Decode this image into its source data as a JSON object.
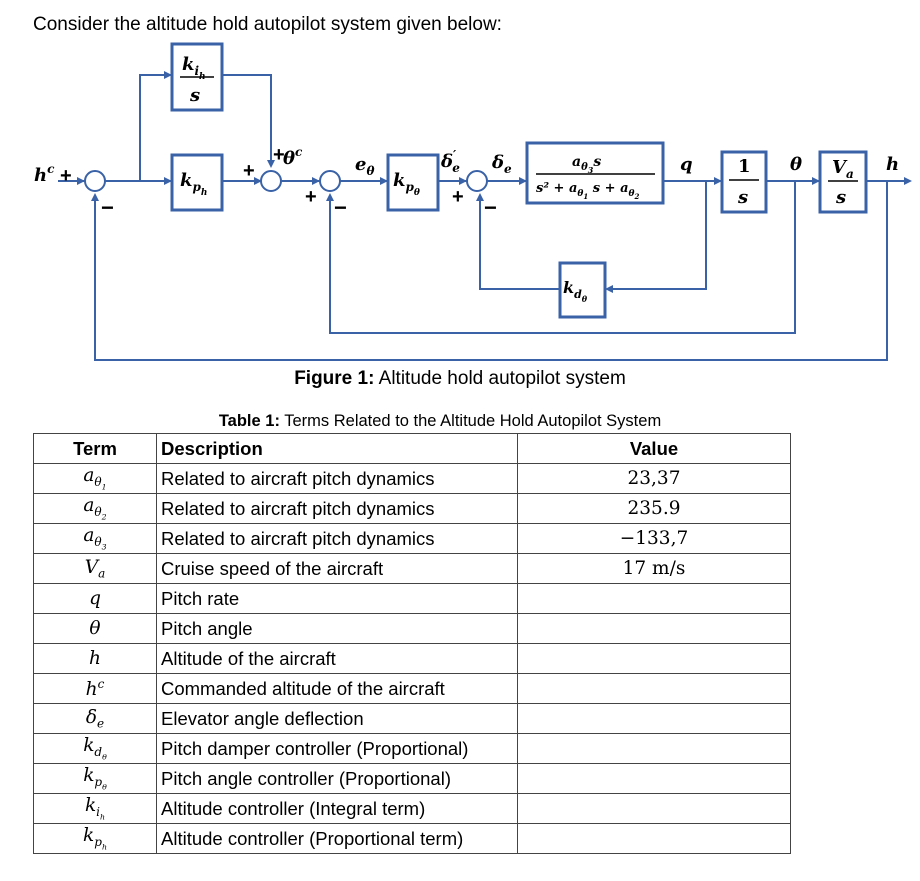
{
  "intro": "Consider the altitude hold autopilot system given below:",
  "diagram": {
    "blocks": {
      "kih_num": "k",
      "kih_sub": "i",
      "kih_subsub": "h",
      "kih_den": "s",
      "kph": "k",
      "kph_sub": "p",
      "kph_subsub": "h",
      "kpt": "k",
      "kpt_sub": "p",
      "kpt_subsub": "θ",
      "plant_num": "a",
      "plant_num_sub": "θ",
      "plant_num_subsub": "3",
      "plant_num_var": "s",
      "plant_den": "s² + a",
      "plant_den_sub1": "θ",
      "plant_den_subsub1": "1",
      "plant_den_mid": " s + a",
      "plant_den_sub2": "θ",
      "plant_den_subsub2": "2",
      "int_num": "1",
      "int_den": "s",
      "va_num": "V",
      "va_sub": "a",
      "va_den": "s",
      "kdt": "k",
      "kdt_sub": "d",
      "kdt_subsub": "θ"
    },
    "signals": {
      "hc": "h",
      "hc_sup": "c",
      "theta_c": "θ",
      "theta_c_sup": "c",
      "e_theta": "e",
      "e_theta_sub": "θ",
      "delta_e_prime": "δ",
      "delta_e_prime_sup": "′",
      "delta_e_prime_sub": "e",
      "delta_e": "δ",
      "delta_e_sub": "e",
      "q": "q",
      "theta": "θ",
      "h": "h"
    },
    "signs": {
      "plus": "+",
      "minus": "−"
    }
  },
  "figure_caption": {
    "label": "Figure 1:",
    "text": " Altitude hold autopilot system"
  },
  "table_caption": {
    "label": "Table 1:",
    "text": " Terms Related to the Altitude Hold Autopilot System"
  },
  "table": {
    "headers": [
      "Term",
      "Description",
      "Value"
    ],
    "rows": [
      {
        "term": "a",
        "sub": "θ",
        "subsub": "1",
        "desc": "Related to aircraft pitch dynamics",
        "value": "23,37"
      },
      {
        "term": "a",
        "sub": "θ",
        "subsub": "2",
        "desc": "Related to aircraft pitch dynamics",
        "value": "235.9"
      },
      {
        "term": "a",
        "sub": "θ",
        "subsub": "3",
        "desc": "Related to aircraft pitch dynamics",
        "value": "−133,7"
      },
      {
        "term": "V",
        "sub": "a",
        "subsub": "",
        "desc": "Cruise speed of the aircraft",
        "value": "17 m/s"
      },
      {
        "term": "q",
        "sub": "",
        "subsub": "",
        "desc": "Pitch rate",
        "value": ""
      },
      {
        "term": "θ",
        "sub": "",
        "subsub": "",
        "desc": "Pitch angle",
        "value": ""
      },
      {
        "term": "h",
        "sub": "",
        "subsub": "",
        "desc": "Altitude of the aircraft",
        "value": ""
      },
      {
        "term": "h",
        "sup": "c",
        "sub": "",
        "subsub": "",
        "desc": "Commanded altitude of the aircraft",
        "value": ""
      },
      {
        "term": "δ",
        "sub": "e",
        "subsub": "",
        "desc": "Elevator angle deflection",
        "value": ""
      },
      {
        "term": "k",
        "sub": "d",
        "subsub": "θ",
        "desc": "Pitch damper controller (Proportional)",
        "value": ""
      },
      {
        "term": "k",
        "sub": "p",
        "subsub": "θ",
        "desc": "Pitch angle controller (Proportional)",
        "value": ""
      },
      {
        "term": "k",
        "sub": "i",
        "subsub": "h",
        "desc": "Altitude controller (Integral term)",
        "value": ""
      },
      {
        "term": "k",
        "sub": "p",
        "subsub": "h",
        "desc": "Altitude controller (Proportional term)",
        "value": ""
      }
    ]
  }
}
